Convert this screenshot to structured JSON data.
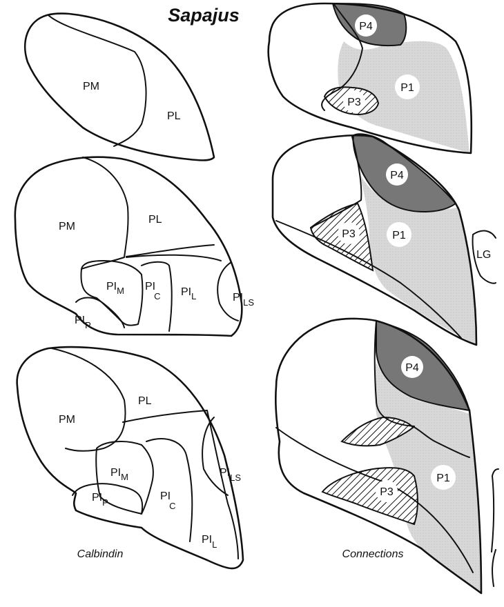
{
  "title": "Sapajus",
  "captions": {
    "left": "Calbindin",
    "right": "Connections"
  },
  "colors": {
    "P1": "#d8d8d8",
    "P3": "hatched",
    "P4": "#777777",
    "outline": "#111111"
  },
  "calbindin_sections": [
    {
      "labels": {
        "pm": "PM",
        "pl": "PL"
      }
    },
    {
      "labels": {
        "pm": "PM",
        "pl": "PL",
        "pim_main": "PI",
        "pim_sub": "M",
        "pic_main": "PI",
        "pic_sub": "C",
        "pil_main": "PI",
        "pil_sub": "L",
        "pils_main": "PI",
        "pils_sub": "LS",
        "pip_main": "PI",
        "pip_sub": "P"
      }
    },
    {
      "labels": {
        "pm": "PM",
        "pl": "PL",
        "pim_main": "PI",
        "pim_sub": "M",
        "pic_main": "PI",
        "pic_sub": "C",
        "pil_main": "PI",
        "pil_sub": "L",
        "pils_main": "PI",
        "pils_sub": "LS",
        "pip_main": "PI",
        "pip_sub": "P"
      }
    }
  ],
  "connection_sections": [
    {
      "labels": {
        "p4": "P4",
        "p1": "P1",
        "p3": "P3"
      }
    },
    {
      "labels": {
        "p4": "P4",
        "p1": "P1",
        "p3": "P3",
        "lg": "LG"
      }
    },
    {
      "labels": {
        "p4": "P4",
        "p1": "P1",
        "p3": "P3"
      }
    }
  ]
}
